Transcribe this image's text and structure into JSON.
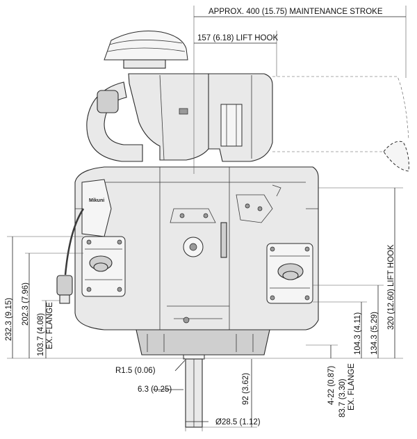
{
  "dimensions": {
    "maintenance_stroke": "APPROX.  400 (15.75) MAINTENANCE STROKE",
    "lift_hook_top": "157 (6.18) LIFT HOOK",
    "lift_hook_right": "320 (12.60) LIFT HOOK",
    "dim_232": "232.3 (9.15)",
    "dim_202": "202.3 (7.96)",
    "dim_103": "103.7 (4.08)",
    "ex_flange_left": "EX. FLANGE",
    "dim_4_22": "4-22 (0.87)",
    "dim_83": "83.7 (3.30)",
    "ex_flange_right": "EX. FLANGE",
    "dim_104": "104.3 (4.11)",
    "dim_134": "134.3 (5.29)",
    "radius": "R1.5 (0.06)",
    "dim_6_3": "6.3 (0.25)",
    "dim_92": "92 (3.62)",
    "shaft_dia": "Ø28.5 (1.12)"
  },
  "carburetor_brand": "Mikuni"
}
